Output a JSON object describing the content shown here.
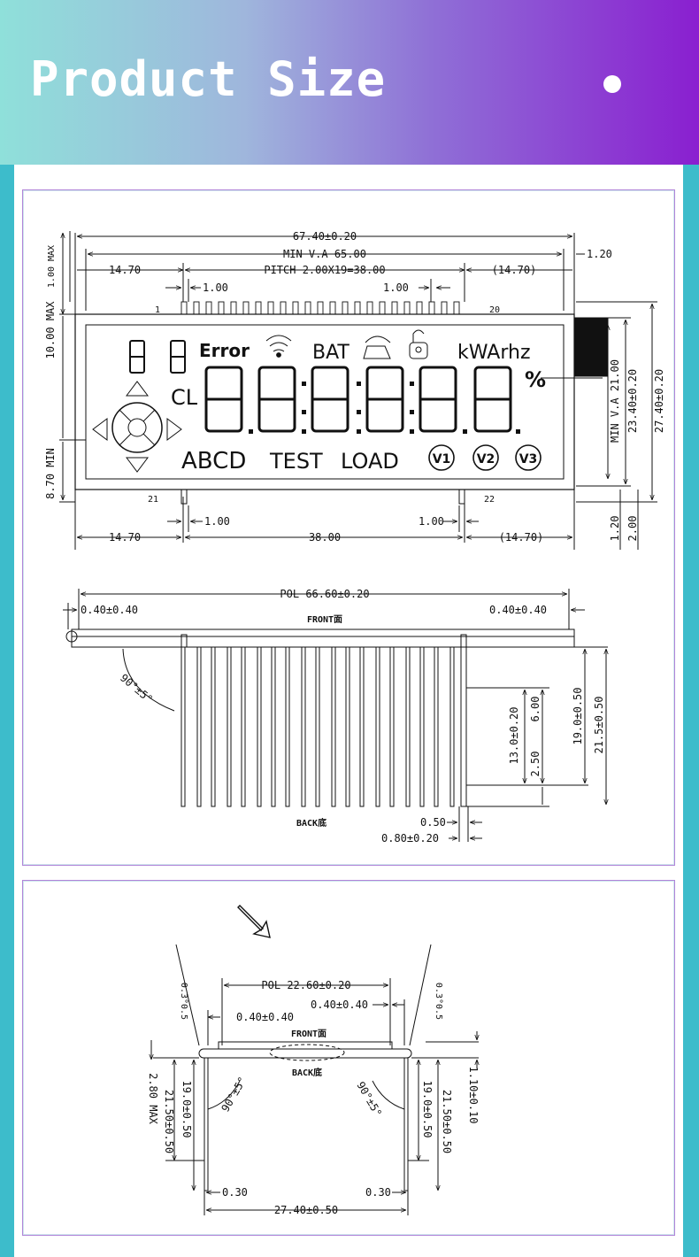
{
  "header": {
    "title": "Product Size"
  },
  "top_drawing": {
    "overall_width": "67.40±0.20",
    "min_va": "MIN  V.A  65.00",
    "pitch": "PITCH  2.00X19=38.00",
    "left_offset": "14.70",
    "right_offset": "(14.70)",
    "right_margin": "1.20",
    "pin_width_left": "1.00",
    "pin_width_right": "1.00",
    "pin_1": "1",
    "pin_20": "20",
    "pin_21": "21",
    "pin_22": "22",
    "left_1": "1.00 MAX",
    "left_2": "10.00 MAX",
    "left_3": "8.70 MIN",
    "right_va": "MIN V.A  21.00",
    "right_h1": "23.40±0.20",
    "right_h2": "27.40±0.20",
    "bottom_pin_left": "1.00",
    "bottom_pin_right": "1.00",
    "bottom_left": "14.70",
    "bottom_mid": "38.00",
    "bottom_right": "(14.70)",
    "bottom_r1": "1.20",
    "bottom_r2": "2.00",
    "lcd": {
      "error": "Error",
      "bat": "BAT",
      "kwarhz": "kWArhz",
      "percent": "%",
      "cl": "CL",
      "abcd": "ABCD",
      "test": "TEST",
      "load": "LOAD",
      "v1": "V1",
      "v2": "V2",
      "v3": "V3"
    }
  },
  "side_drawing": {
    "pol": "POL  66.60±0.20",
    "left_tol": "0.40±0.40",
    "right_tol": "0.40±0.40",
    "front": "FRONT面",
    "angle": "90°±5°",
    "d1": "13.0±0.20",
    "d2": "6.00",
    "d3": "2.50",
    "d4": "19.0±0.50",
    "d5": "21.5±0.50",
    "back": "BACK底",
    "pin_t": "0.50",
    "pin_w": "0.80±0.20"
  },
  "end_drawing": {
    "pol": "POL  22.60±0.20",
    "left_tol": "0.40±0.40",
    "right_tol": "0.40±0.40",
    "front": "FRONT面",
    "back": "BACK底",
    "angle_l": "90°±5°",
    "angle_r": "90°±5°",
    "tilt_l": "0.3°0.5",
    "tilt_r": "0.3°0.5",
    "l1": "19.0±0.50",
    "l2": "21.50±0.50",
    "l3": "2.80  MAX",
    "r1": "19.0±0.50",
    "r2": "21.50±0.50",
    "r3": "1.10±0.10",
    "bottom_l": "0.30",
    "bottom_r": "0.30",
    "bottom_w": "27.40±0.50"
  }
}
